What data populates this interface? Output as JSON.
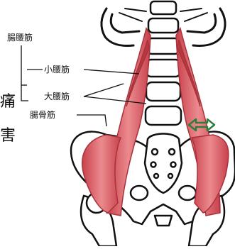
{
  "labels": {
    "group": "腸腰筋",
    "psoas_minor": "小腰筋",
    "psoas_major": "大腰筋",
    "iliacus": "腸骨筋"
  },
  "side_text": {
    "top": "痛",
    "bottom": "害"
  },
  "colors": {
    "muscle_fill": "#d9636b",
    "muscle_light": "#eea1a4",
    "muscle_stroke": "#a8323c",
    "bone_outline": "#111111",
    "arrow_green": "#2e7d3a"
  },
  "icons": {
    "arrow": "double-arrow-horizontal-icon"
  }
}
